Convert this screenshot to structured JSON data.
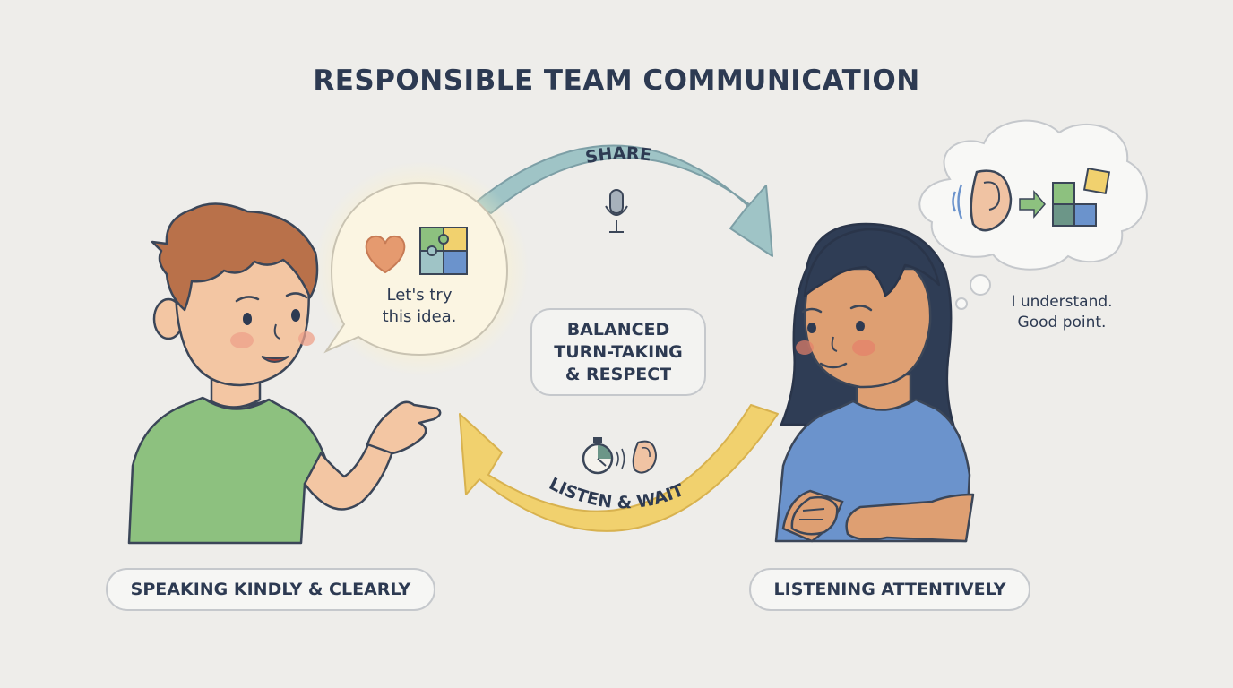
{
  "title": "RESPONSIBLE TEAM COMMUNICATION",
  "arrows": {
    "top_label": "SHARE",
    "bottom_label": "LISTEN & WAIT"
  },
  "center": {
    "line1": "BALANCED",
    "line2": "TURN-TAKING",
    "line3": "& RESPECT"
  },
  "speaker": {
    "bubble_line1": "Let's try",
    "bubble_line2": "this idea.",
    "label": "SPEAKING KINDLY & CLEARLY"
  },
  "listener": {
    "thought_line1": "I understand.",
    "thought_line2": "Good point.",
    "label": "LISTENING ATTENTIVELY"
  },
  "colors": {
    "background": "#eeedea",
    "text": "#2d3a52",
    "share_arrow": "#9fc4c6",
    "listen_arrow": "#f1d16e",
    "speaker_shirt": "#8dc17f",
    "listener_shirt": "#6b93cc",
    "heart": "#e59a6f"
  },
  "icons": [
    "heart-icon",
    "puzzle-icon",
    "microphone-icon",
    "stopwatch-icon",
    "ear-icon",
    "arrow-right-icon"
  ]
}
